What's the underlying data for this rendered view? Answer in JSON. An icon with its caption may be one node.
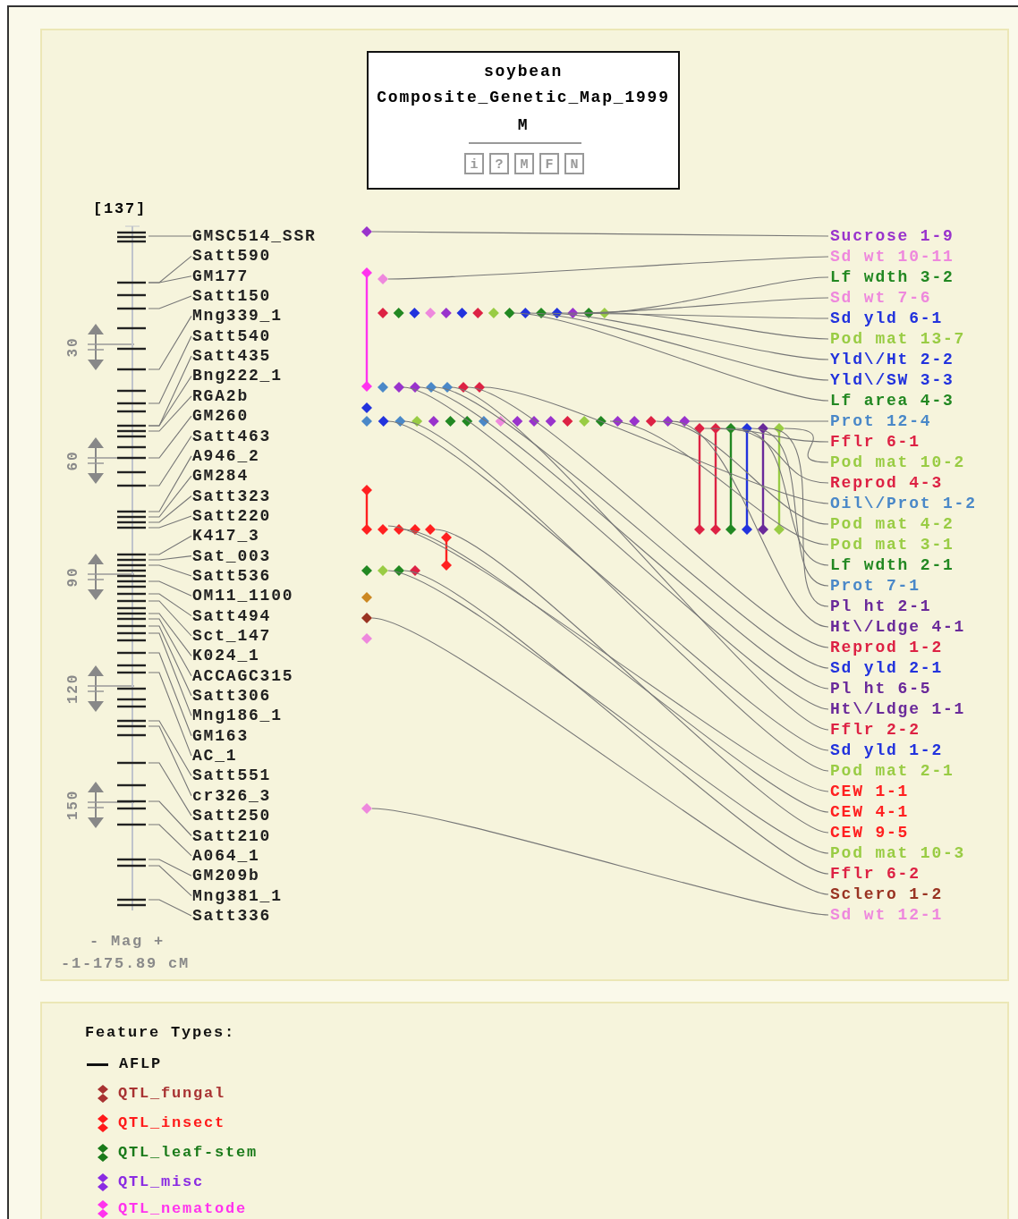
{
  "diagram": {
    "nodes": [
      {
        "text": [
          "soybean",
          "Composite_Genetic_Map_1999",
          "M"
        ]
      },
      {
        "text": [
          "GMSC514_SSR"
        ]
      },
      {
        "text": [
          "Satt590"
        ]
      },
      {
        "text": [
          "GM177"
        ]
      },
      {
        "text": [
          "Satt150"
        ]
      },
      {
        "text": [
          "Mng339_1"
        ]
      },
      {
        "text": [
          "Satt540"
        ]
      },
      {
        "text": [
          "Satt435"
        ]
      },
      {
        "text": [
          "Bng222_1"
        ]
      },
      {
        "text": [
          "RGA2b"
        ]
      },
      {
        "text": [
          "GM260"
        ]
      },
      {
        "text": [
          "Satt463"
        ]
      },
      {
        "text": [
          "A946_2"
        ]
      },
      {
        "text": [
          "GM284"
        ]
      },
      {
        "text": [
          "Satt323"
        ]
      },
      {
        "text": [
          "Satt220"
        ]
      },
      {
        "text": [
          "K417_3"
        ]
      },
      {
        "text": [
          "Sat_003"
        ]
      },
      {
        "text": [
          "Satt536"
        ]
      },
      {
        "text": [
          "OM11_1100"
        ]
      },
      {
        "text": [
          "Satt494"
        ]
      },
      {
        "text": [
          "Sct_147"
        ]
      },
      {
        "text": [
          "K024_1"
        ]
      },
      {
        "text": [
          "ACCAGC315"
        ]
      },
      {
        "text": [
          "Satt306"
        ]
      },
      {
        "text": [
          "Mng186_1"
        ]
      },
      {
        "text": [
          "GM163"
        ]
      },
      {
        "text": [
          "AC_1"
        ]
      },
      {
        "text": [
          "Satt551"
        ]
      },
      {
        "text": [
          "cr326_3"
        ]
      },
      {
        "text": [
          "Satt250"
        ]
      },
      {
        "text": [
          "Satt210"
        ]
      },
      {
        "text": [
          "A064_1"
        ]
      },
      {
        "text": [
          "GM209b"
        ]
      },
      {
        "text": [
          "Mng381_1"
        ]
      },
      {
        "text": [
          "Satt336"
        ]
      },
      {
        "text": [
          "Sucrose 1-9"
        ]
      },
      {
        "text": [
          "Sd wt 10-11"
        ]
      },
      {
        "text": [
          "Lf wdth 3-2"
        ]
      },
      {
        "text": [
          "Sd wt 7-6"
        ]
      },
      {
        "text": [
          "Sd yld 6-1"
        ]
      },
      {
        "text": [
          "Pod mat 13-7"
        ]
      },
      {
        "text": [
          "Yld\\/Ht 2-2"
        ]
      },
      {
        "text": [
          "Yld\\/SW 3-3"
        ]
      },
      {
        "text": [
          "Lf area 4-3"
        ]
      },
      {
        "text": [
          "Prot 12-4"
        ]
      },
      {
        "text": [
          "Fflr 6-1"
        ]
      },
      {
        "text": [
          "Pod mat 10-2"
        ]
      },
      {
        "text": [
          "Reprod 4-3"
        ]
      },
      {
        "text": [
          "Oil\\/Prot 1-2"
        ]
      },
      {
        "text": [
          "Pod mat 4-2"
        ]
      },
      {
        "text": [
          "Pod mat 3-1"
        ]
      },
      {
        "text": [
          "Lf wdth 2-1"
        ]
      },
      {
        "text": [
          "Prot 7-1"
        ]
      },
      {
        "text": [
          "Pl ht 2-1"
        ]
      },
      {
        "text": [
          "Ht\\/Ldge 4-1"
        ]
      },
      {
        "text": [
          "Reprod 1-2"
        ]
      },
      {
        "text": [
          "Sd yld 2-1"
        ]
      },
      {
        "text": [
          "Pl ht 6-5"
        ]
      },
      {
        "text": [
          "Ht\\/Ldge 1-1"
        ]
      },
      {
        "text": [
          "Fflr 2-2"
        ]
      },
      {
        "text": [
          "Sd yld 1-2"
        ]
      },
      {
        "text": [
          "Pod mat 2-1"
        ]
      },
      {
        "text": [
          "CEW 1-1"
        ]
      },
      {
        "text": [
          "CEW 4-1"
        ]
      },
      {
        "text": [
          "CEW 9-5"
        ]
      },
      {
        "text": [
          "Pod mat 10-3"
        ]
      },
      {
        "text": [
          "Fflr 6-2"
        ]
      },
      {
        "text": [
          "Sclero 1-2"
        ]
      },
      {
        "text": [
          "Sd wt 12-1"
        ]
      },
      {
        "text": [],
        "shape": "bar",
        "beside": [
          "[137]"
        ]
      },
      {
        "text": [],
        "shape": "diamond"
      }
    ],
    "edges": [
      {
        "from": 1,
        "to": 70,
        "arrow": "none"
      },
      {
        "from": 2,
        "to": 70,
        "arrow": "none"
      },
      {
        "from": 3,
        "to": 70,
        "arrow": "none"
      },
      {
        "from": 4,
        "to": 70,
        "arrow": "none"
      },
      {
        "from": 5,
        "to": 70,
        "arrow": "none"
      },
      {
        "from": 6,
        "to": 70,
        "arrow": "none"
      },
      {
        "from": 7,
        "to": 70,
        "arrow": "none"
      },
      {
        "from": 8,
        "to": 70,
        "arrow": "none"
      },
      {
        "from": 9,
        "to": 70,
        "arrow": "none"
      },
      {
        "from": 10,
        "to": 70,
        "arrow": "none"
      },
      {
        "from": 11,
        "to": 70,
        "arrow": "none"
      },
      {
        "from": 12,
        "to": 70,
        "arrow": "none"
      },
      {
        "from": 13,
        "to": 70,
        "arrow": "none"
      },
      {
        "from": 14,
        "to": 70,
        "arrow": "none"
      },
      {
        "from": 15,
        "to": 70,
        "arrow": "none"
      },
      {
        "from": 16,
        "to": 70,
        "arrow": "none"
      },
      {
        "from": 17,
        "to": 70,
        "arrow": "none"
      },
      {
        "from": 18,
        "to": 70,
        "arrow": "none"
      },
      {
        "from": 19,
        "to": 70,
        "arrow": "none"
      },
      {
        "from": 20,
        "to": 70,
        "arrow": "none"
      },
      {
        "from": 21,
        "to": 70,
        "arrow": "none"
      },
      {
        "from": 22,
        "to": 70,
        "arrow": "none"
      },
      {
        "from": 23,
        "to": 70,
        "arrow": "none"
      },
      {
        "from": 24,
        "to": 70,
        "arrow": "none"
      },
      {
        "from": 25,
        "to": 70,
        "arrow": "none"
      },
      {
        "from": 26,
        "to": 70,
        "arrow": "none"
      },
      {
        "from": 27,
        "to": 70,
        "arrow": "none"
      },
      {
        "from": 28,
        "to": 70,
        "arrow": "none"
      },
      {
        "from": 29,
        "to": 70,
        "arrow": "none"
      },
      {
        "from": 30,
        "to": 70,
        "arrow": "none"
      },
      {
        "from": 31,
        "to": 70,
        "arrow": "none"
      },
      {
        "from": 32,
        "to": 70,
        "arrow": "none"
      },
      {
        "from": 33,
        "to": 70,
        "arrow": "none"
      },
      {
        "from": 34,
        "to": 70,
        "arrow": "none"
      },
      {
        "from": 35,
        "to": 70,
        "arrow": "none"
      },
      {
        "from": 36,
        "to": 71,
        "arrow": "none"
      },
      {
        "from": 37,
        "to": 71,
        "arrow": "none"
      },
      {
        "from": 38,
        "to": 71,
        "arrow": "none"
      },
      {
        "from": 39,
        "to": 71,
        "arrow": "none"
      },
      {
        "from": 40,
        "to": 71,
        "arrow": "none"
      },
      {
        "from": 41,
        "to": 71,
        "arrow": "none"
      },
      {
        "from": 42,
        "to": 71,
        "arrow": "none"
      },
      {
        "from": 43,
        "to": 71,
        "arrow": "none"
      },
      {
        "from": 44,
        "to": 71,
        "arrow": "none"
      },
      {
        "from": 45,
        "to": 71,
        "arrow": "none"
      },
      {
        "from": 46,
        "to": 71,
        "arrow": "none"
      },
      {
        "from": 47,
        "to": 71,
        "arrow": "none"
      },
      {
        "from": 48,
        "to": 71,
        "arrow": "none"
      },
      {
        "from": 49,
        "to": 71,
        "arrow": "none"
      },
      {
        "from": 50,
        "to": 71,
        "arrow": "none"
      },
      {
        "from": 51,
        "to": 71,
        "arrow": "none"
      },
      {
        "from": 52,
        "to": 71,
        "arrow": "none"
      },
      {
        "from": 53,
        "to": 71,
        "arrow": "none"
      },
      {
        "from": 54,
        "to": 71,
        "arrow": "none"
      },
      {
        "from": 55,
        "to": 71,
        "arrow": "none"
      },
      {
        "from": 56,
        "to": 71,
        "arrow": "none"
      },
      {
        "from": 57,
        "to": 71,
        "arrow": "none"
      },
      {
        "from": 58,
        "to": 71,
        "arrow": "none"
      },
      {
        "from": 59,
        "to": 71,
        "arrow": "none"
      },
      {
        "from": 60,
        "to": 71,
        "arrow": "none"
      },
      {
        "from": 61,
        "to": 71,
        "arrow": "none"
      },
      {
        "from": 62,
        "to": 71,
        "arrow": "none"
      },
      {
        "from": 63,
        "to": 71,
        "arrow": "none"
      },
      {
        "from": 64,
        "to": 71,
        "arrow": "none"
      },
      {
        "from": 65,
        "to": 71,
        "arrow": "none"
      },
      {
        "from": 66,
        "to": 71,
        "arrow": "none"
      },
      {
        "from": 67,
        "to": 71,
        "arrow": "none"
      },
      {
        "from": 68,
        "to": 71,
        "arrow": "none"
      },
      {
        "from": 69,
        "to": 71,
        "arrow": "none"
      }
    ],
    "labels": [
      "i",
      "?",
      "M",
      "F",
      "N",
      "30",
      "60",
      "90",
      "120",
      "150",
      "- Mag +",
      "-1-175.89 cM",
      "Feature Types:"
    ],
    "legend": [
      {
        "text": "AFLP"
      },
      {
        "text": "QTL_fungal",
        "color": "#a83232"
      },
      {
        "text": "QTL_insect",
        "color": "#ff1a1a"
      },
      {
        "text": "QTL_leaf-stem",
        "color": "#1a7a1a"
      },
      {
        "text": "QTL_misc",
        "color": "#8a2be2"
      },
      {
        "text": "QTL_nematode",
        "color": "#ff33ee"
      }
    ]
  }
}
